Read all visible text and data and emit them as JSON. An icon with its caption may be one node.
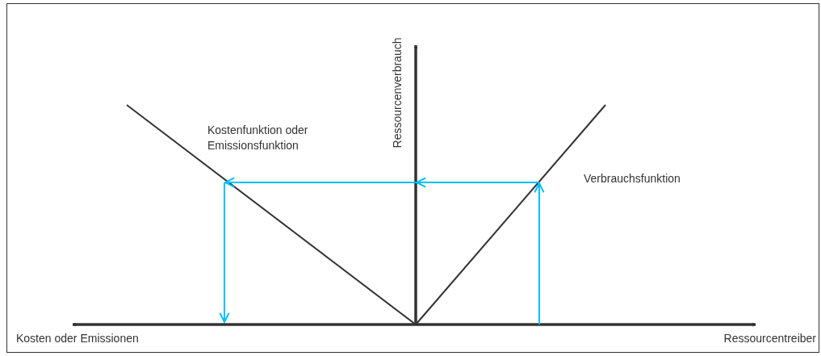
{
  "diagram": {
    "labels": [
      "Ressourcenverbrauch",
      "Kostenfunktion oder Emissionsfunktion",
      "Verbrauchsfunktion",
      "Kosten oder Emissionen",
      "Ressourcentreiber"
    ]
  }
}
